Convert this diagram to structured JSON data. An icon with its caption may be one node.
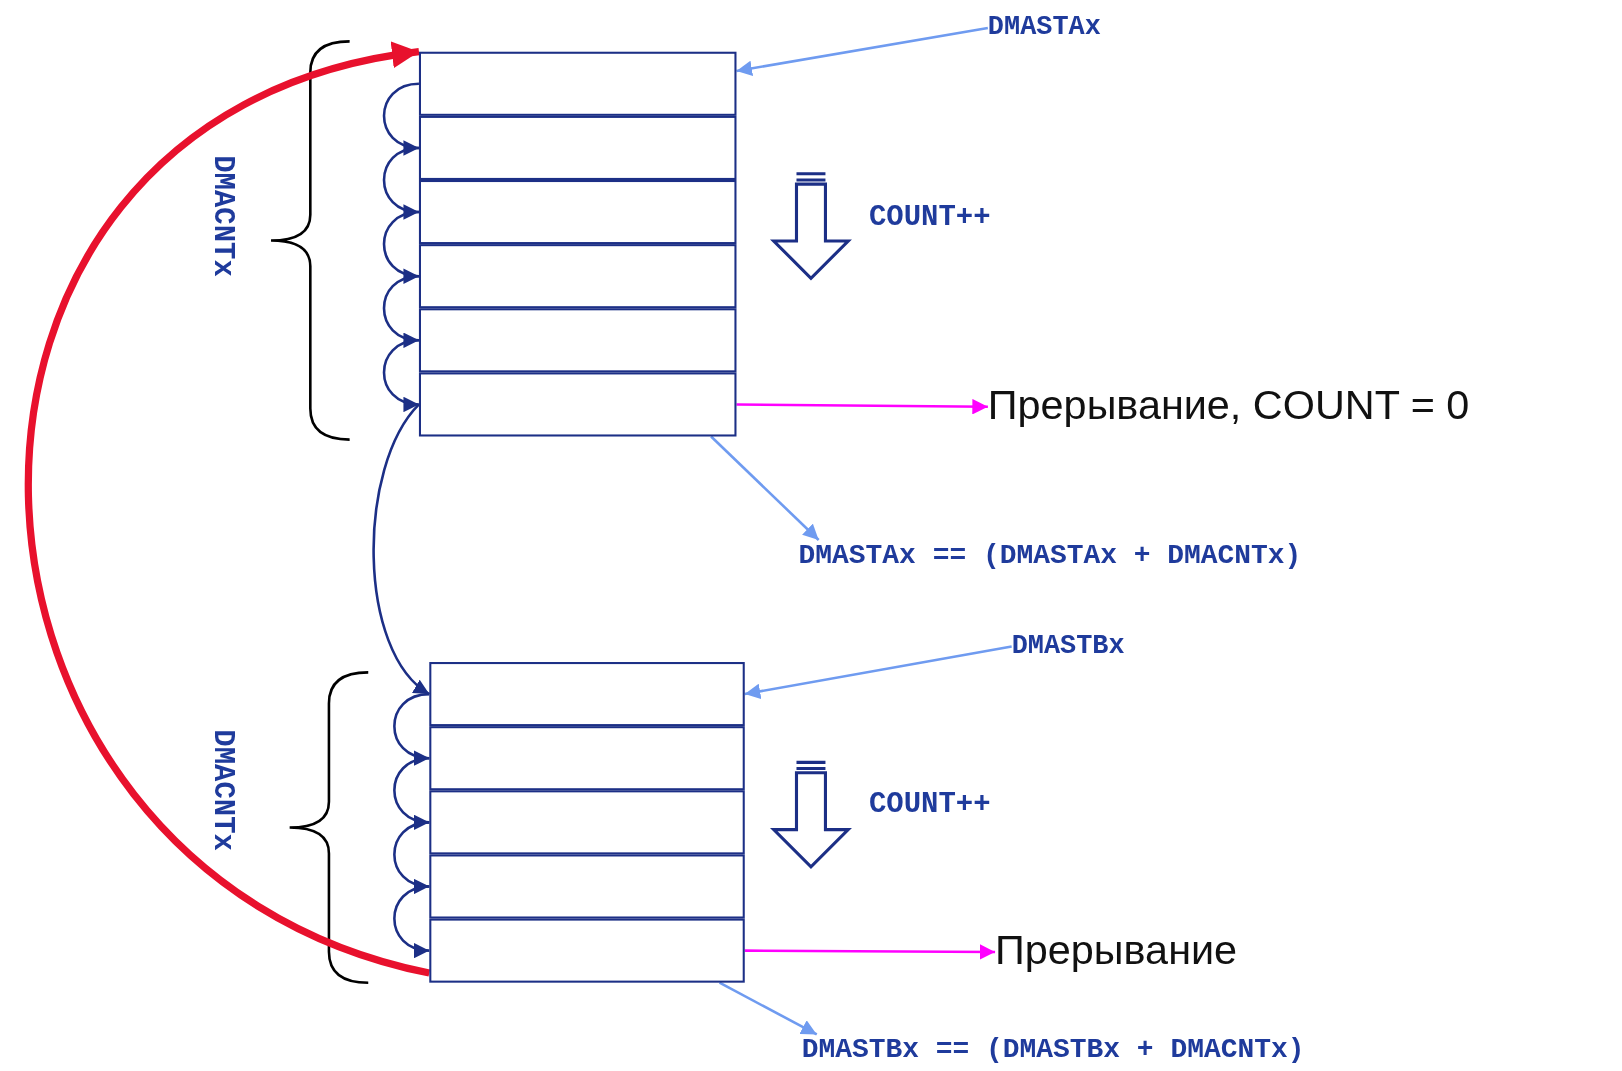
{
  "diagram": {
    "nodes": [
      {
        "text": [],
        "shape": "box"
      },
      {
        "text": [],
        "shape": "box"
      },
      {
        "text": [],
        "shape": "box"
      },
      {
        "text": [],
        "shape": "box"
      },
      {
        "text": [],
        "shape": "box"
      },
      {
        "text": [],
        "shape": "box"
      },
      {
        "text": [],
        "shape": "box"
      },
      {
        "text": [],
        "shape": "box"
      },
      {
        "text": [],
        "shape": "box"
      },
      {
        "text": [],
        "shape": "box"
      },
      {
        "text": [],
        "shape": "box"
      },
      {
        "text": [
          "DMASTAx"
        ]
      },
      {
        "text": [
          "Прерывание, COUNT = 0"
        ]
      },
      {
        "text": [
          "DMASTAx == (DMASTAx + DMACNTx)"
        ]
      },
      {
        "text": [
          "DMASTBx"
        ]
      },
      {
        "text": [
          "Прерывание"
        ]
      },
      {
        "text": [
          "DMASTBx == (DMASTBx + DMACNTx)"
        ]
      }
    ],
    "edges": [
      {
        "from": 0,
        "to": 1,
        "arrow": "to"
      },
      {
        "from": 1,
        "to": 2,
        "arrow": "to"
      },
      {
        "from": 2,
        "to": 3,
        "arrow": "to"
      },
      {
        "from": 3,
        "to": 4,
        "arrow": "to"
      },
      {
        "from": 4,
        "to": 5,
        "arrow": "to"
      },
      {
        "from": 5,
        "to": 6,
        "arrow": "to"
      },
      {
        "from": 6,
        "to": 7,
        "arrow": "to"
      },
      {
        "from": 7,
        "to": 8,
        "arrow": "to"
      },
      {
        "from": 8,
        "to": 9,
        "arrow": "to"
      },
      {
        "from": 9,
        "to": 10,
        "arrow": "to"
      },
      {
        "from": 11,
        "to": 0,
        "arrow": "to",
        "color": "#6f9bf0"
      },
      {
        "from": 5,
        "to": 12,
        "arrow": "to",
        "color": "#ff00ff"
      },
      {
        "from": 5,
        "to": 13,
        "arrow": "to",
        "color": "#6f9bf0"
      },
      {
        "from": 14,
        "to": 6,
        "arrow": "to",
        "color": "#6f9bf0"
      },
      {
        "from": 10,
        "to": 15,
        "arrow": "to",
        "color": "#ff00ff"
      },
      {
        "from": 10,
        "to": 16,
        "arrow": "to",
        "color": "#6f9bf0"
      },
      {
        "from": 10,
        "to": 0,
        "arrow": "to",
        "style": "thick",
        "color": "#e8112d"
      }
    ],
    "labels": [
      "DMACNTx",
      "COUNT++",
      "DMACNTx",
      "COUNT++"
    ]
  }
}
